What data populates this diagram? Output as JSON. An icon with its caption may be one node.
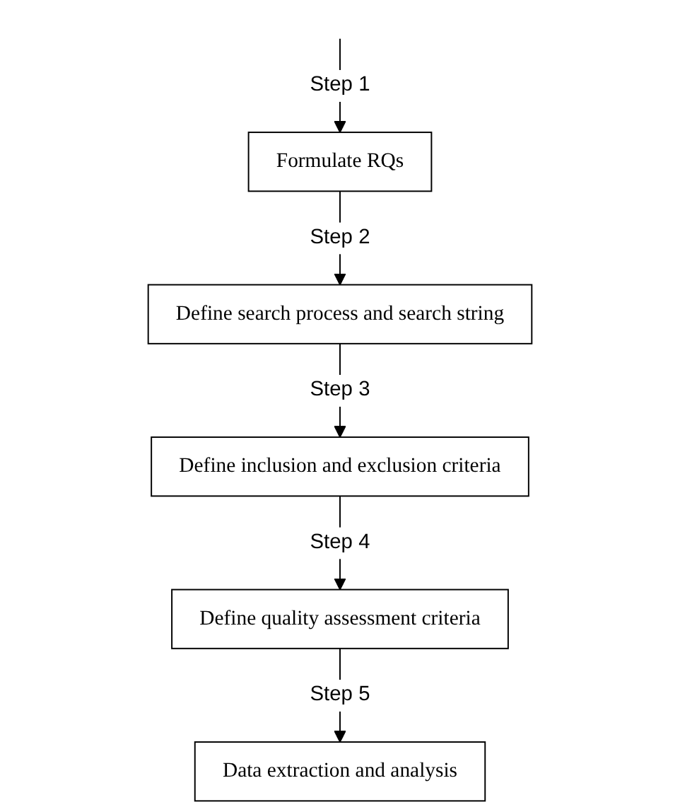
{
  "diagram": {
    "nodes": [
      {
        "text": [
          "Formulate RQs"
        ]
      },
      {
        "text": [
          "Define search process and search string"
        ]
      },
      {
        "text": [
          "Define inclusion and exclusion criteria"
        ]
      },
      {
        "text": [
          "Define quality assessment criteria"
        ]
      },
      {
        "text": [
          "Data extraction and analysis"
        ]
      }
    ],
    "edges": [
      {
        "from": null,
        "to": 0,
        "arrow": "to",
        "label": "Step 1"
      },
      {
        "from": 0,
        "to": 1,
        "arrow": "to",
        "label": "Step 2"
      },
      {
        "from": 1,
        "to": 2,
        "arrow": "to",
        "label": "Step 3"
      },
      {
        "from": 2,
        "to": 3,
        "arrow": "to",
        "label": "Step 4"
      },
      {
        "from": 3,
        "to": 4,
        "arrow": "to",
        "label": "Step 5"
      }
    ]
  }
}
